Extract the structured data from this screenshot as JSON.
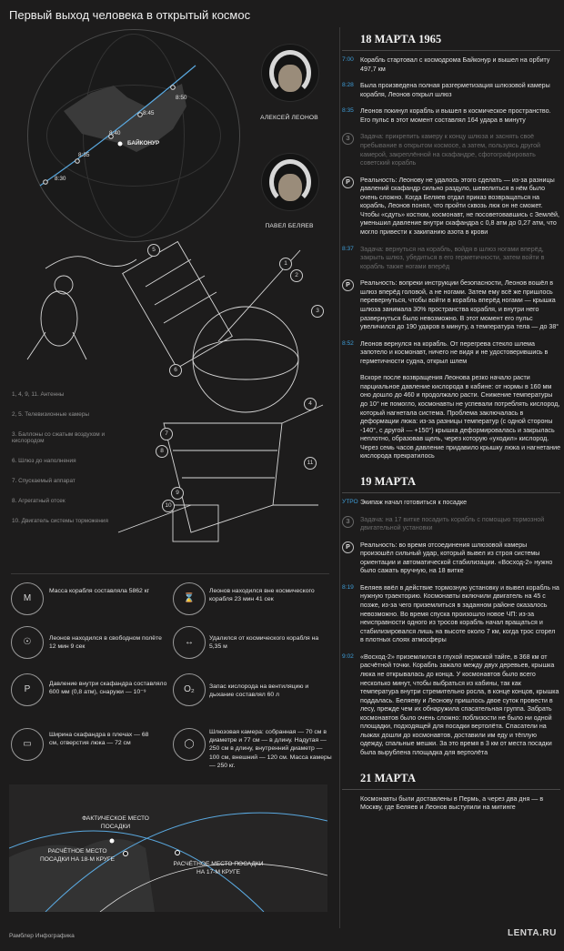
{
  "title": "Первый выход человека в открытый космос",
  "globe": {
    "city": "БАЙКОНУР",
    "times": [
      "8:50",
      "8:45",
      "8:40",
      "8:35",
      "8:30"
    ]
  },
  "portraits": {
    "leonov": "АЛЕКСЕЙ ЛЕОНОВ",
    "belyaev": "ПАВЕЛ БЕЛЯЕВ"
  },
  "callouts": [
    "1",
    "2",
    "3",
    "4",
    "5",
    "6",
    "7",
    "8",
    "9",
    "10",
    "11"
  ],
  "legend": [
    "1, 4, 9, 11. Антенны",
    "2, 5. Телевизионные камеры",
    "3. Баллоны со сжатым воздухом и кислородом",
    "6. Шлюз до наполнения",
    "7. Спускаемый аппарат",
    "8. Агрегатный отсек",
    "10. Двигатель системы торможения"
  ],
  "stats": [
    {
      "icon": "M",
      "text": "Масса корабля составляла 5862 кг"
    },
    {
      "icon": "⌛",
      "text": "Леонов находился вне космического корабля 23 мин 41 сек"
    },
    {
      "icon": "☉",
      "text": "Леонов находился в свободном полёте 12 мин 9 сек"
    },
    {
      "icon": "↔",
      "text": "Удалился от космического корабля на 5,35 м"
    },
    {
      "icon": "P",
      "text": "Давление внутри скафандра составляло 600 мм (0,8 атм), снаружи — 10⁻⁹"
    },
    {
      "icon": "O₂",
      "text": "Запас кислорода на вентиляцию и дыхание составлял 60 л"
    },
    {
      "icon": "▭",
      "text": "Ширина скафандра в плечах — 68 см, отверстия люка — 72 см"
    },
    {
      "icon": "◯",
      "text": "Шлюзовая камера: собранная — 70 см в диаметре и 77 см — в длину. Надутая — 250 см в длину, внутренний диаметр — 100 см, внешний — 120 см. Масса камеры — 250 кг."
    }
  ],
  "map": {
    "actual": "ФАКТИЧЕСКОЕ МЕСТО ПОСАДКИ",
    "calc18": "РАСЧЁТНОЕ МЕСТО ПОСАДКИ НА 18-М КРУГЕ",
    "calc17": "РАСЧЁТНОЕ МЕСТО ПОСАДКИ НА 17-М КРУГЕ"
  },
  "timeline": [
    {
      "date": "18 МАРТА 1965",
      "events": [
        {
          "time": "7:00",
          "text": "Корабль стартовал с космодрома Байконур и вышел на орбиту 497,7 км"
        },
        {
          "time": "8:28",
          "text": "Была произведена полная разгерметизация шлюзовой камеры корабля, Леонов открыл шлюз"
        },
        {
          "time": "8:35",
          "text": "Леонов покинул корабль и вышел в космическое пространство. Его пульс в этот момент составлял 164 удара в минуту"
        },
        {
          "badge": "З",
          "dim": true,
          "text": "Задача: прикрепить камеру к концу шлюза и заснять своё пребывание в открытом космосе, а затем, пользуясь другой камерой, закреплённой на скафандре, сфотографировать советский корабль"
        },
        {
          "badge": "Р",
          "text": "Реальность: Леонову не удалось этого сделать — из-за разницы давлений скафандр сильно раздуло, шевелиться в нём было очень сложно. Когда Беляев отдал приказ возвращаться на корабль, Леонов понял, что пройти сквозь люк он не сможет. Чтобы «сдуть» костюм, космонавт, не посоветовавшись с Землёй, уменьшил давление внутри скафандра с 0,8 атм до 0,27 атм, что могло привести к закипанию азота в крови"
        },
        {
          "time": "8:37",
          "dim": true,
          "text": "Задача: вернуться на корабль, войдя в шлюз ногами вперёд, закрыть шлюз, убедиться в его герметичности, затем войти в корабль также ногами вперёд"
        },
        {
          "badge": "Р",
          "text": "Реальность: вопреки инструкции безопасности, Леонов вошёл в шлюз вперёд головой, а не ногами. Затем ему всё же пришлось перевернуться, чтобы войти в корабль вперёд ногами — крышка шлюза занимала 30% пространства корабля, и внутри него развернуться было невозможно. В этот момент его пульс увеличился до 190 ударов в минуту, а температура тела — до 38°"
        },
        {
          "time": "8:52",
          "text": "Леонов вернулся на корабль. От перегрева стекло шлема запотело и космонавт, ничего не видя и не удостоверившись в герметичности судна, открыл шлем"
        },
        {
          "text": "Вскоре после возвращения Леонова резко начало расти парциальное давление кислорода в кабине: от нормы в 160 мм оно дошло до 460 и продолжало расти. Снижение температуры до 10° не помогло, космонавты не успевали потреблять кислород, который нагнетала система. Проблема заключалась в деформации люка: из-за разницы температур (с одной стороны -140°, с другой — +150°) крышка деформировалась и закрылась неплотно, образовав щель, через которую «уходил» кислород. Через семь часов давление придавило крышку люка и нагнетание кислорода прекратилось"
        }
      ]
    },
    {
      "date": "19 МАРТА",
      "events": [
        {
          "time": "УТРО",
          "text": "Экипаж начал готовиться к посадке"
        },
        {
          "badge": "З",
          "dim": true,
          "text": "Задача: на 17 витке посадить корабль с помощью тормозной двигательной установки"
        },
        {
          "badge": "Р",
          "text": "Реальность: во время отсоединения шлюзовой камеры произошёл сильный удар, который вывел из строя системы ориентации и автоматической стабилизации. «Восход-2» нужно было сажать вручную, на 18 витке"
        },
        {
          "time": "8:19",
          "text": "Беляев ввёл в действие тормозную установку и вывел корабль на нужную траекторию. Космонавты включили двигатель на 45 с позже, из-за чего приземлиться в заданном районе оказалось невозможно. Во время спуска произошло новое ЧП: из-за неисправности одного из тросов корабль начал вращаться и стабилизировался лишь на высоте около 7 км, когда трос сгорел в плотных слоях атмосферы"
        },
        {
          "time": "9:02",
          "text": "«Восход-2» приземлился в глухой пермской тайге, в 368 км от расчётной точки. Корабль зажало между двух деревьев, крышка люка не открывалась до конца. У космонавтов было всего несколько минут, чтобы выбраться из кабины, так как температура внутри стремительно росла, в конце концов, крышка поддалась. Беляеву и Леонову пришлось двое суток провести в лесу, прежде чем их обнаружила спасательная группа. Забрать космонавтов было очень сложно: поблизости не было ни одной площадки, подходящей для посадки вертолёта. Спасатели на лыжах дошли до космонавтов, доставили им еду и тёплую одежду, спальные мешки. За это время в 3 км от места посадки была вырублена площадка для вертолёта"
        }
      ]
    },
    {
      "date": "21 МАРТА",
      "events": [
        {
          "text": "Космонавты были доставлены в Пермь, а через два дня — в Москву, где Беляев и Леонов выступили на митинге"
        }
      ]
    }
  ],
  "footer": {
    "credit": "Рамблер Инфографика",
    "brand": "LENTA.RU"
  }
}
